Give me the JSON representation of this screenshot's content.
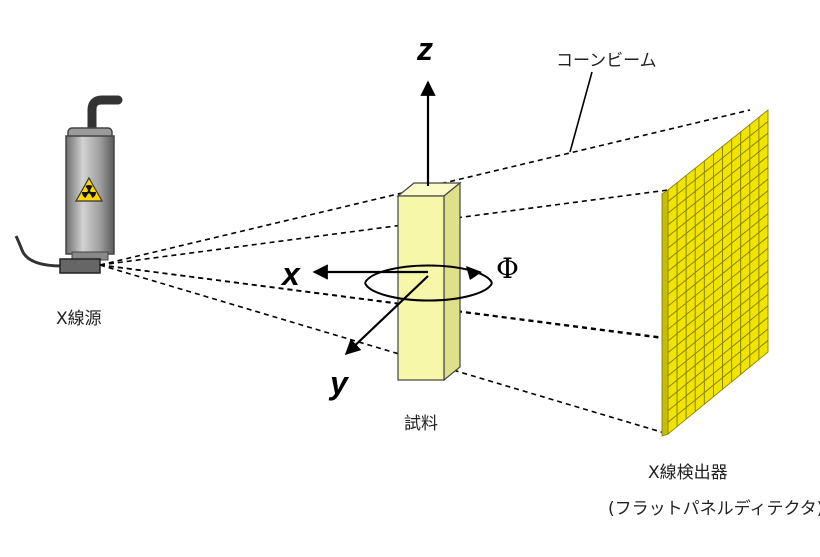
{
  "labels": {
    "source": "X線源",
    "cone_beam": "コーンビーム",
    "sample": "試料",
    "detector": "X線検出器",
    "detector_sub": "(フラットパネルディテクタ)"
  },
  "axes": {
    "z": "z",
    "x": "x",
    "y": "y",
    "rotation": "Φ"
  },
  "colors": {
    "sample_fill": "#f6f7a8",
    "sample_top": "#fbfbc8",
    "sample_side": "#dfe08a",
    "detector_cell": "#f0e400",
    "detector_grid": "#8a8400",
    "tube_body": "#a9a9a9",
    "hazard": "#ffd800"
  },
  "icons": [
    "radiation-icon"
  ]
}
